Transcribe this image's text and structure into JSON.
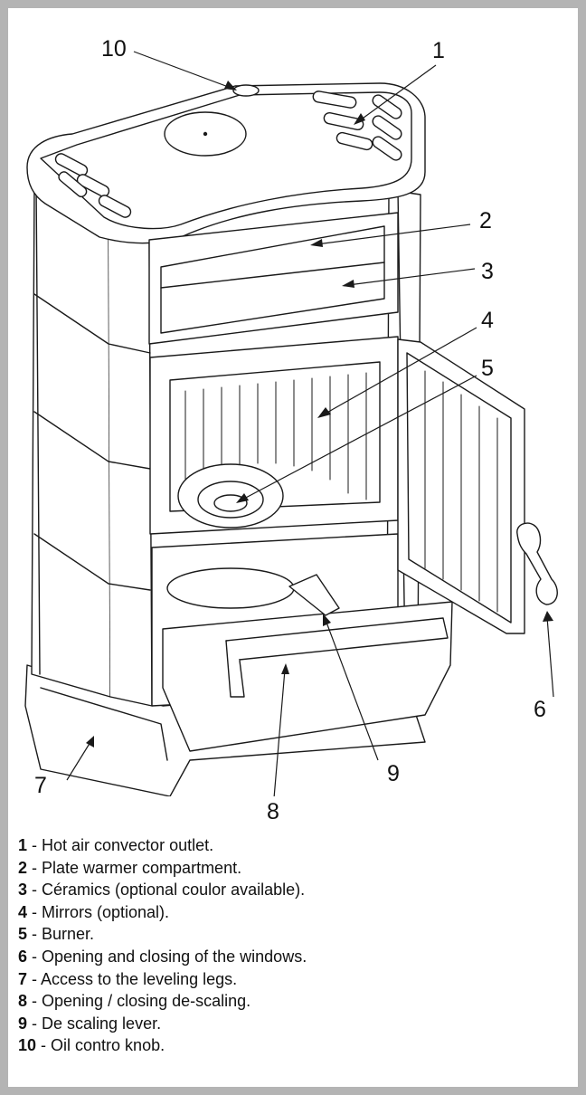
{
  "callouts": [
    {
      "num": "10"
    },
    {
      "num": "1"
    },
    {
      "num": "2"
    },
    {
      "num": "3"
    },
    {
      "num": "4"
    },
    {
      "num": "5"
    },
    {
      "num": "6"
    },
    {
      "num": "7"
    },
    {
      "num": "8"
    },
    {
      "num": "9"
    }
  ],
  "legend": [
    {
      "num": "1",
      "text": " - Hot air convector outlet."
    },
    {
      "num": "2",
      "text": " - Plate warmer compartment."
    },
    {
      "num": "3",
      "text": " - Céramics (optional coulor available)."
    },
    {
      "num": "4",
      "text": " - Mirrors (optional)."
    },
    {
      "num": "5",
      "text": " - Burner."
    },
    {
      "num": "6",
      "text": " - Opening and closing of the windows."
    },
    {
      "num": "7",
      "text": " - Access to the leveling legs."
    },
    {
      "num": "8",
      "text": " - Opening / closing de-scaling."
    },
    {
      "num": "9",
      "text": " - De scaling lever."
    },
    {
      "num": "10",
      "text": " - Oil contro knob."
    }
  ],
  "colors": {
    "frame": "#b4b4b4",
    "line": "#1a1a1a",
    "fill": "#ffffff"
  }
}
